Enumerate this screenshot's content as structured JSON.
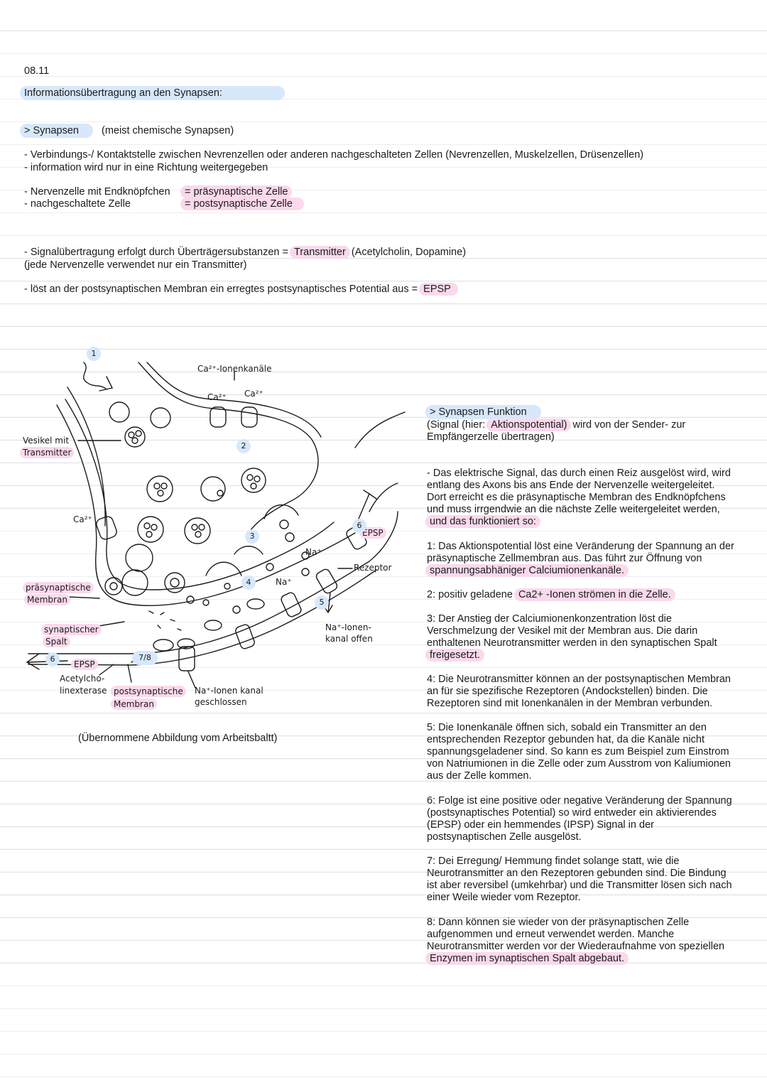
{
  "date": "08.11",
  "title": "Informationsübertragung an den Synapsen:",
  "synapsen": {
    "label": "> Synapsen",
    "note": "(meist chemische Synapsen)"
  },
  "bullets": {
    "b1": "- Verbindungs-/ Kontaktstelle zwischen Nevrenzellen oder anderen nachgeschalteten Zellen (Nevrenzellen, Muskelzellen, Drüsenzellen)",
    "b2": "- information wird nur in eine Richtung weitergegeben",
    "b3_left": "- Nervenzelle mit Endknöpfchen",
    "b3_right": "= präsynaptische Zelle",
    "b4_left": "- nachgeschaltete Zelle",
    "b4_right": "= postsynaptische Zelle",
    "b5_pre": "- Signalübertragung erfolgt durch Überträgersubstanzen = ",
    "b5_hl": "Transmitter",
    "b5_post": " (Acetylcholin, Dopamine)",
    "b6": "(jede Nervenzelle verwendet nur ein Transmitter)",
    "b7_pre": "- löst an der postsynaptischen Membran ein erregtes postsynaptisches Potential aus = ",
    "b7_hl": "EPSP"
  },
  "figure": {
    "caption": "(Übernommene Abbildung vom Arbeitsbaltt)",
    "labels": {
      "ca_channels": "Ca²⁺-Ionenkanäle",
      "ca1": "Ca²⁺",
      "ca2": "Ca²⁺",
      "ca3": "Ca²⁺",
      "vesikel_1": "Vesikel mit",
      "vesikel_2": "Transmitter",
      "prae_1": "präsynaptische",
      "prae_2": "Membran",
      "spalt_1": "synaptischer",
      "spalt_2": "Spalt",
      "epsp_left": "EPSP",
      "epsp_right": "EPSP",
      "acetyl_1": "Acetylcho-",
      "acetyl_2": "linexterase",
      "post_1": "postsynaptische",
      "post_2": "Membran",
      "na_closed_1": "Na⁺-Ionen kanal",
      "na_closed_2": "geschlossen",
      "na_open_1": "Na⁺-Ionen-",
      "na_open_2": "kanal offen",
      "rezeptor": "Rezeptor",
      "na1": "Na⁺",
      "na2": "Na⁺",
      "n1": "1",
      "n2": "2",
      "n3": "3",
      "n4": "4",
      "n5": "5",
      "n6a": "6",
      "n6b": "6",
      "n78": "7/8"
    }
  },
  "func": {
    "heading": "> Synapsen Funktion",
    "intro_l1_pre": "(Signal (hier: ",
    "intro_l1_hl": "Aktionspotential)",
    "intro_l1_post": " wird von der Sender- zur",
    "intro_l2": "Empfängerzelle übertragen)",
    "p0": [
      "- Das elektrische Signal, das durch einen Reiz ausgelöst wird, wird",
      "entlang des Axons bis ans Ende der Nervenzelle weitergeleitet.",
      "Dort erreicht es die präsynaptische Membran des Endknöpfchens",
      "und muss irrgendwie an die nächste Zelle weitergeleitet werden,",
      "und das funktioniert so:"
    ],
    "p1": [
      "1: Das Aktionspotential löst eine Veränderung der Spannung an der",
      "präsynaptische Zellmembran aus. Das führt zur Öffnung von",
      "spannungsabhäniger Calciumionenkanäle."
    ],
    "p2_pre": "2: positiv geladene ",
    "p2_hl": "Ca2+ -Ionen strömen in die Zelle.",
    "p3": [
      "3: Der Anstieg der Calciumionenkonzentration löst die",
      "Verschmelzung der Vesikel mit der Membran aus. Die darin",
      "enthaltenen Neurotransmitter werden in den synaptischen Spalt",
      "freigesetzt."
    ],
    "p4": [
      "4: Die Neurotransmitter können an der postsynaptischen Membran",
      "an für sie spezifische Rezeptoren (Andockstellen) binden. Die",
      "Rezeptoren sind mit Ionenkanälen in der Membran verbunden."
    ],
    "p5": [
      "5: Die Ionenkanäle öffnen sich, sobald ein Transmitter an den",
      "entsprechenden Rezeptor gebunden hat, da die Kanäle nicht",
      "spannungsgeladener sind. So kann es zum Beispiel zum Einstrom",
      "von Natriumionen in die Zelle oder zum Ausstrom von Kaliumionen",
      "aus der Zelle kommen."
    ],
    "p6": [
      "6: Folge ist eine positive oder negative Veränderung der Spannung",
      "(postsynaptisches Potential) so wird entweder ein aktivierendes",
      "(EPSP)  oder ein hemmendes (IPSP) Signal in der",
      "postsynaptischen Zelle ausgelöst."
    ],
    "p7": [
      "7: Dei Erregung/ Hemmung findet solange statt, wie die",
      "Neurotransmitter an den Rezeptoren gebunden sind. Die Bindung",
      "ist aber reversibel (umkehrbar) und die Transmitter lösen sich nach",
      "einer Weile wieder vom Rezeptor."
    ],
    "p8": [
      "8: Dann können sie wieder von der präsynaptischen Zelle",
      "aufgenommen und erneut verwendet werden. Manche",
      "Neurotransmitter werden vor der Wiederaufnahme von speziellen",
      "Enzymen im synaptischen Spalt abgebaut."
    ]
  }
}
